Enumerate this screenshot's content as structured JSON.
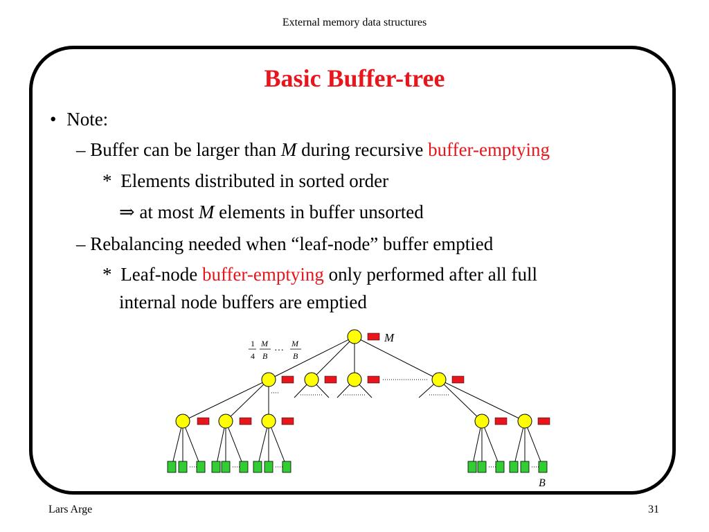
{
  "header": {
    "title": "External memory data structures"
  },
  "slide": {
    "title": "Basic Buffer-tree",
    "note": {
      "bullet": "•",
      "label": "Note:"
    },
    "item1": {
      "dash": "–",
      "text_a": "Buffer can be larger than ",
      "var_m": "M",
      "text_b": " during recursive ",
      "highlight": "buffer-emptying"
    },
    "item1a": {
      "star": "*",
      "text": "Elements distributed in sorted order"
    },
    "item1b": {
      "arrow": "⇒",
      "text_a": " at most ",
      "var_m": "M",
      "text_b": " elements in buffer unsorted"
    },
    "item2": {
      "dash": "–",
      "text": "Rebalancing needed when “leaf-node” buffer emptied"
    },
    "item2a": {
      "star": "*",
      "text_a": "Leaf-node ",
      "highlight": "buffer-emptying",
      "text_b": " only performed after all full",
      "text_c": "internal node buffers are emptied"
    }
  },
  "diagram": {
    "root_buffer_label": "M",
    "leaf_block_label": "B",
    "fanout_frac1_num": "1",
    "fanout_frac1_den": "4",
    "fanout_frac2_num": "M",
    "fanout_frac2_den": "B",
    "fanout_dots": "···",
    "fanout_frac3_num": "M",
    "fanout_frac3_den": "B",
    "colors": {
      "node": "#ffff00",
      "buffer": "#e8151c",
      "leaf": "#33cc33",
      "title": "#e8151c"
    }
  },
  "footer": {
    "author": "Lars Arge",
    "page": "31"
  }
}
